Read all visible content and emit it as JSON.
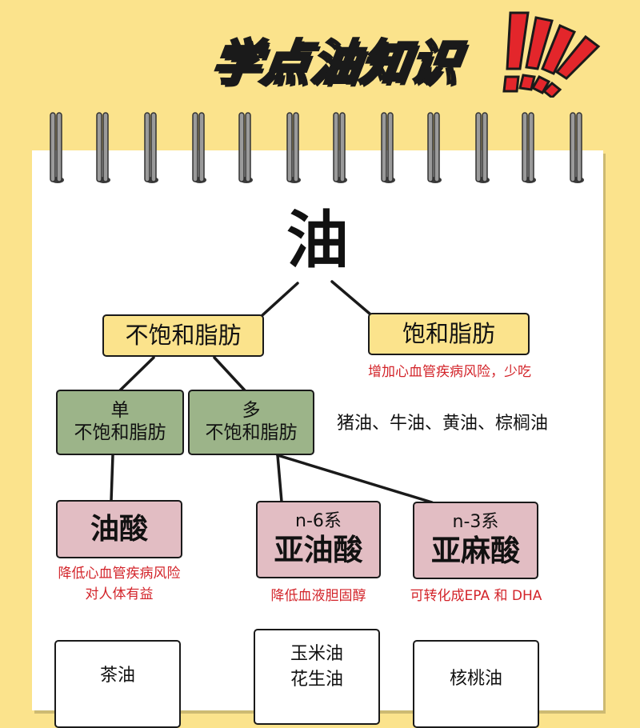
{
  "header": {
    "title": "学点油知识"
  },
  "diagram": {
    "root": "油",
    "unsaturated": {
      "label": "不饱和脂肪"
    },
    "saturated": {
      "label": "饱和脂肪",
      "note": "增加心血管疾病风险，少吃",
      "examples": "猪油、牛油、黄油、棕榈油"
    },
    "mono": {
      "line1": "单",
      "line2": "不饱和脂肪"
    },
    "poly": {
      "line1": "多",
      "line2": "不饱和脂肪"
    },
    "oleic": {
      "label": "油酸",
      "note_line1": "降低心血管疾病风险",
      "note_line2": "对人体有益"
    },
    "linoleic": {
      "series": "n-6系",
      "label": "亚油酸",
      "note": "降低血液胆固醇"
    },
    "linolenic": {
      "series": "n-3系",
      "label": "亚麻酸",
      "note": "可转化成EPA 和 DHA"
    },
    "oils": {
      "oleic": [
        "茶油"
      ],
      "linoleic": [
        "玉米油",
        "花生油"
      ],
      "linolenic": [
        "核桃油"
      ]
    }
  },
  "colors": {
    "background": "#fbe38c",
    "yellow_box": "#fbe38c",
    "green_box": "#9cb489",
    "pink_box": "#e2bdc3",
    "note_red": "#d3242a",
    "accent_red": "#e3262b"
  }
}
